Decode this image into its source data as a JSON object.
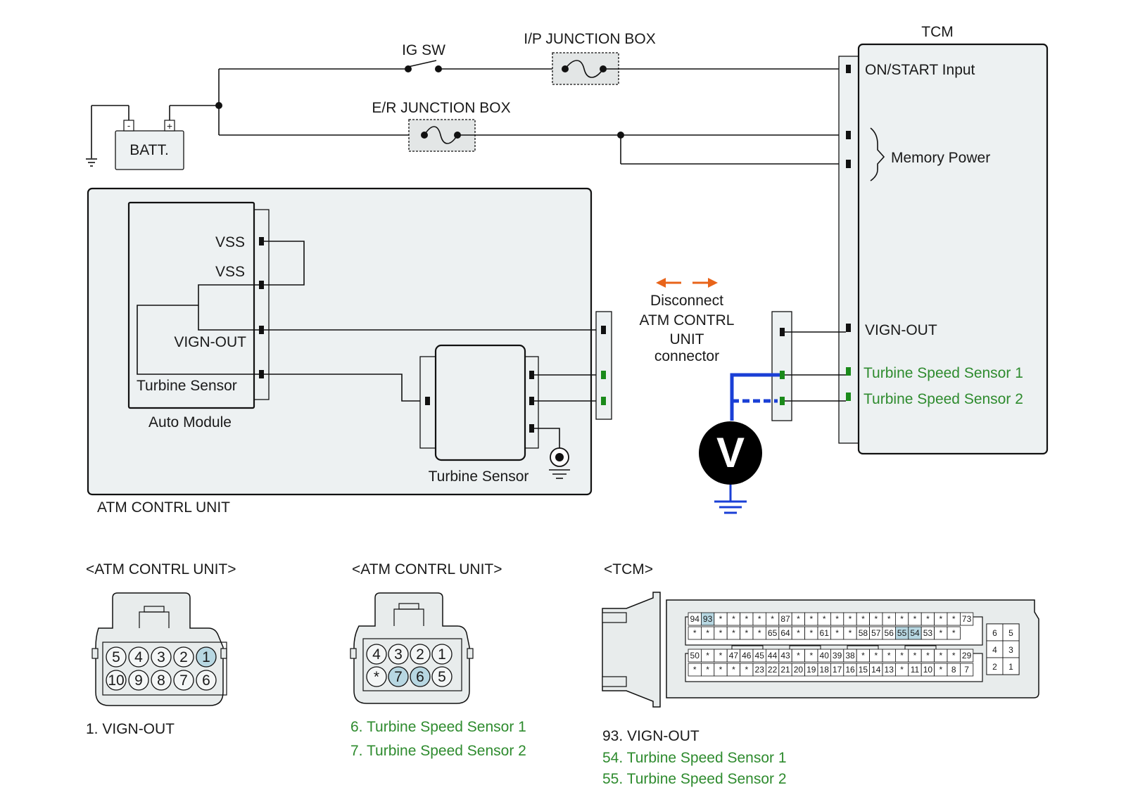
{
  "power": {
    "ig_sw": "IG SW",
    "ip_junction_box": "I/P JUNCTION BOX",
    "er_junction_box": "E/R JUNCTION BOX",
    "battery": "BATT.",
    "battery_neg": "-",
    "battery_pos": "+"
  },
  "tcm": {
    "title": "TCM",
    "on_start_input": "ON/START Input",
    "memory_power": "Memory Power",
    "vign_out": "VIGN-OUT",
    "tss1": "Turbine Speed Sensor 1",
    "tss2": "Turbine Speed Sensor 2"
  },
  "atm": {
    "title": "ATM CONTRL UNIT",
    "auto_module": "Auto Module",
    "vss1": "VSS",
    "vss2": "VSS",
    "vign_out": "VIGN-OUT",
    "turbine_sensor_inner": "Turbine Sensor",
    "turbine_sensor": "Turbine Sensor"
  },
  "disconnect": {
    "line1": "Disconnect",
    "line2": "ATM CONTRL",
    "line3": "UNIT",
    "line4": "connector"
  },
  "voltmeter": {
    "symbol": "V"
  },
  "connectors": {
    "atm1": {
      "title": "<ATM CONTRL UNIT>",
      "top_row": [
        "5",
        "4",
        "3",
        "2",
        "1"
      ],
      "bottom_row": [
        "10",
        "9",
        "8",
        "7",
        "6"
      ],
      "highlight": [
        "1"
      ],
      "notes": [
        "1. VIGN-OUT"
      ]
    },
    "atm2": {
      "title": "<ATM CONTRL UNIT>",
      "top_row": [
        "4",
        "3",
        "2",
        "1"
      ],
      "bottom_row": [
        "*",
        "7",
        "6",
        "5"
      ],
      "highlight": [
        "7",
        "6"
      ],
      "notes": [
        "6. Turbine Speed Sensor 1",
        "7. Turbine Speed Sensor 2"
      ]
    },
    "tcm": {
      "title": "<TCM>",
      "rows": [
        [
          "94",
          "93",
          "*",
          "*",
          "*",
          "*",
          "*",
          "87",
          "*",
          "*",
          "*",
          "*",
          "*",
          "*",
          "*",
          "*",
          "*",
          "*",
          "*",
          "*",
          "*",
          "73"
        ],
        [
          "*",
          "*",
          "*",
          "*",
          "*",
          "*",
          "65",
          "64",
          "*",
          "*",
          "61",
          "*",
          "*",
          "58",
          "57",
          "56",
          "55",
          "54",
          "53",
          "*",
          "*"
        ],
        [
          "50",
          "*",
          "*",
          "47",
          "46",
          "45",
          "44",
          "43",
          "*",
          "*",
          "40",
          "39",
          "38",
          "*",
          "*",
          "*",
          "*",
          "*",
          "*",
          "*",
          "*",
          "29"
        ],
        [
          "*",
          "*",
          "*",
          "*",
          "*",
          "23",
          "22",
          "21",
          "20",
          "19",
          "18",
          "17",
          "16",
          "15",
          "14",
          "13",
          "*",
          "11",
          "10",
          "*",
          "8",
          "7"
        ]
      ],
      "highlight": [
        "93",
        "55",
        "54"
      ],
      "side_block": [
        [
          "6",
          "5"
        ],
        [
          "4",
          "3"
        ],
        [
          "2",
          "1"
        ]
      ],
      "notes": [
        "93. VIGN-OUT",
        "54. Turbine Speed Sensor 1",
        "55. Turbine Speed Sensor 2"
      ]
    }
  },
  "colors": {
    "accent_green": "#2e8b2e",
    "probe_blue": "#1a3fd6",
    "arrow_orange": "#e8641a",
    "pin_highlight": "#b7d7e2",
    "box_fill": "#edf1f2"
  }
}
